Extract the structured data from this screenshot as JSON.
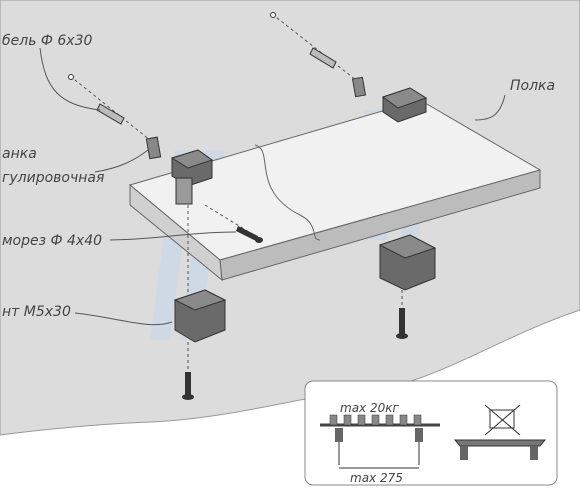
{
  "labels": {
    "dowel": "бель Ф 6x30",
    "shelf": "Полка",
    "plate_line1": "анка",
    "plate_line2": "гулировочная",
    "screw": "морез Ф 4x40",
    "bolt": "нт М5x30"
  },
  "inset": {
    "max_load": "max 20кг",
    "max_span": "max 275"
  },
  "watermark": "MAKMART",
  "colors": {
    "wall": "#dcdcdc",
    "shelf_top": "#f1f1f1",
    "shelf_edge": "#d0d0d0",
    "bracket_dark": "#555555",
    "bracket_light": "#7a7a7a",
    "line": "#555555",
    "watermark": "#c6d8ee"
  }
}
